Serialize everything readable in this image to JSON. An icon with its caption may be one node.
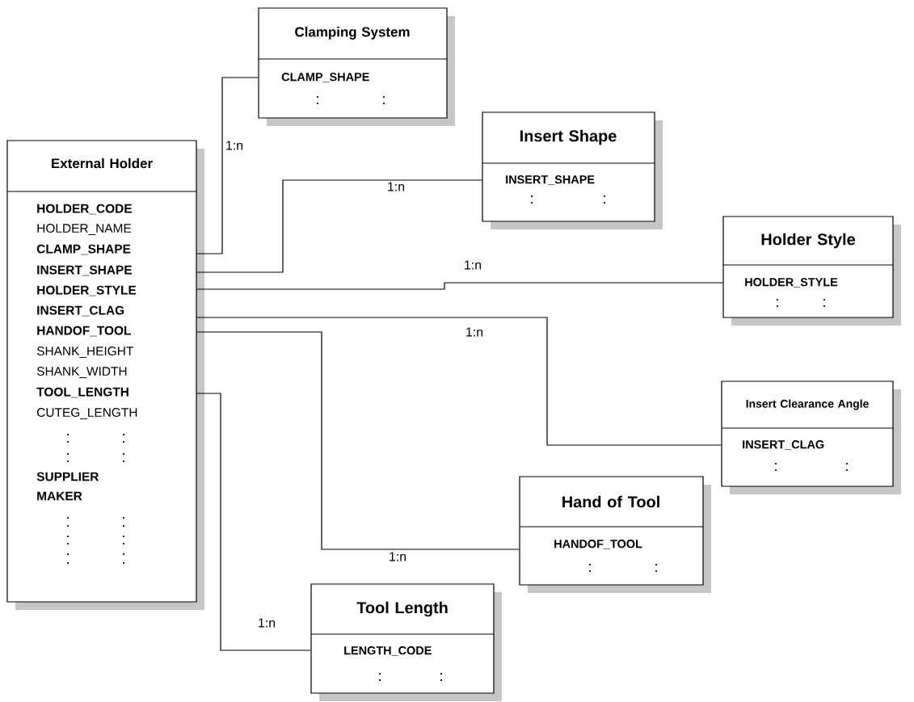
{
  "diagram": {
    "nodes": [
      {
        "text": [
          "External Holder",
          "HOLDER_CODE",
          "HOLDER_NAME",
          "CLAMP_SHAPE",
          "INSERT_SHAPE",
          "HOLDER_STYLE",
          "INSERT_CLAG",
          "HANDOF_TOOL",
          "SHANK_HEIGHT",
          "SHANK_WIDTH",
          "TOOL_LENGTH",
          "CUTEG_LENGTH",
          "SUPPLIER",
          "MAKER"
        ]
      },
      {
        "text": [
          "Clamping System",
          "CLAMP_SHAPE"
        ]
      },
      {
        "text": [
          "Insert Shape",
          "INSERT_SHAPE"
        ]
      },
      {
        "text": [
          "Holder Style",
          "HOLDER_STYLE"
        ]
      },
      {
        "text": [
          "Insert Clearance Angle",
          "INSERT_CLAG"
        ]
      },
      {
        "text": [
          "Hand of Tool",
          "HANDOF_TOOL"
        ]
      },
      {
        "text": [
          "Tool Length",
          "LENGTH_CODE"
        ]
      }
    ],
    "edges": [
      {
        "from": 0,
        "to": 1,
        "arrow": "none",
        "label": "1:n"
      },
      {
        "from": 0,
        "to": 2,
        "arrow": "none",
        "label": "1:n"
      },
      {
        "from": 0,
        "to": 3,
        "arrow": "none",
        "label": "1:n"
      },
      {
        "from": 0,
        "to": 4,
        "arrow": "none",
        "label": "1:n"
      },
      {
        "from": 0,
        "to": 5,
        "arrow": "none",
        "label": "1:n"
      },
      {
        "from": 0,
        "to": 6,
        "arrow": "none",
        "label": "1:n"
      }
    ]
  }
}
